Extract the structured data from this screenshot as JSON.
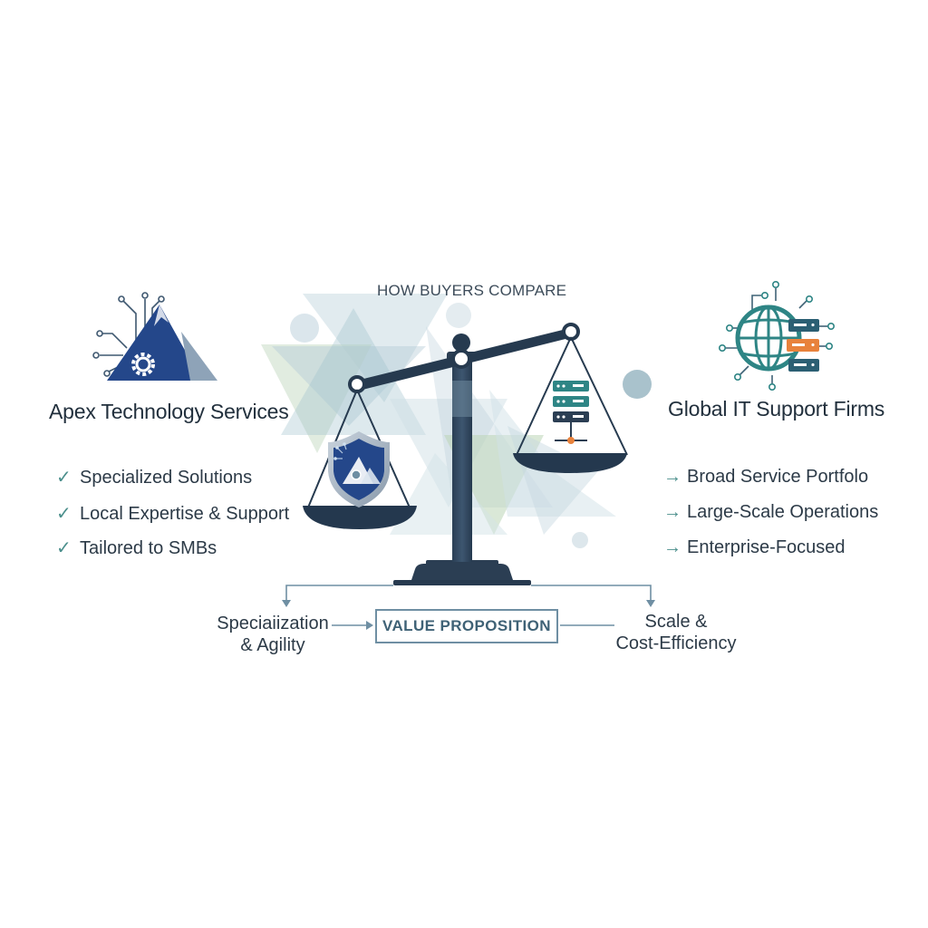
{
  "title": "HOW BUYERS COMPARE",
  "left": {
    "name": "Apex Technology Services",
    "icon": "mountain-gear-icon",
    "badge_icon": "shield-mountain-icon",
    "bullets": [
      {
        "icon": "check-icon",
        "text": "Specialized Solutions"
      },
      {
        "icon": "check-icon",
        "text": "Local Expertise & Support"
      },
      {
        "icon": "check-icon",
        "text": "Tailored to SMBs"
      }
    ]
  },
  "right": {
    "name": "Global IT Support Firms",
    "icon": "globe-network-icon",
    "pan_icon": "server-stack-icon",
    "bullets": [
      {
        "icon": "arrow-right-icon",
        "text": "Broad Service Portfolo"
      },
      {
        "icon": "arrow-right-icon",
        "text": "Large-Scale Operations"
      },
      {
        "icon": "arrow-right-icon",
        "text": "Enterprise-Focused"
      }
    ]
  },
  "flow": {
    "left_line1": "Speciaiization",
    "left_line2": "& Agility",
    "center": "VALUE PROPOSITION",
    "right_line1": "Scale &",
    "right_line2": "Cost-Efficiency"
  },
  "colors": {
    "navy": "#1f3a68",
    "dark_slate": "#273a4f",
    "teal": "#2e8585",
    "sage": "#9cc08f",
    "orange": "#e8823c",
    "steel": "#6f8fa3"
  }
}
